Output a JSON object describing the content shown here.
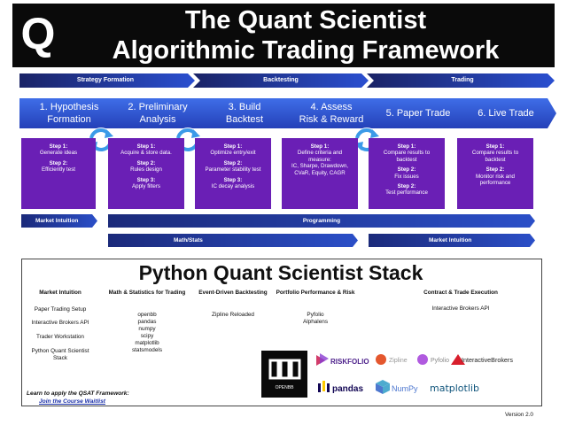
{
  "header": {
    "logo_letter": "Q",
    "title_line1": "The Quant Scientist",
    "title_line2": "Algorithmic Trading Framework"
  },
  "phases": [
    "Strategy Formation",
    "Backtesting",
    "Trading"
  ],
  "stages": [
    {
      "label_line1": "1. Hypothesis",
      "label_line2": "Formation"
    },
    {
      "label_line1": "2. Preliminary",
      "label_line2": "Analysis"
    },
    {
      "label_line1": "3. Build",
      "label_line2": "Backtest"
    },
    {
      "label_line1": "4. Assess",
      "label_line2": "Risk & Reward"
    },
    {
      "label_line1": "5. Paper Trade",
      "label_line2": ""
    },
    {
      "label_line1": "6. Live Trade",
      "label_line2": ""
    }
  ],
  "steps": [
    [
      {
        "t": "Step 1:",
        "d": "Generate ideas"
      },
      {
        "t": "Step 2:",
        "d": "Efficiently test"
      }
    ],
    [
      {
        "t": "Step 1:",
        "d": "Acquire & store data."
      },
      {
        "t": "Step 2:",
        "d": "Rules design"
      },
      {
        "t": "Step 3:",
        "d": "Apply filters"
      }
    ],
    [
      {
        "t": "Step 1:",
        "d": "Optimize entry/exit"
      },
      {
        "t": "Step 2:",
        "d": "Parameter stability test"
      },
      {
        "t": "Step 3:",
        "d": "IC decay analysis"
      }
    ],
    [
      {
        "t": "Step 1:",
        "d": "Define criteria and measure:"
      },
      {
        "t": "",
        "d": "IC, Sharpe, Drawdown, CVaR, Equity, CAGR"
      }
    ],
    [
      {
        "t": "Step 1:",
        "d": "Compare results to backtest"
      },
      {
        "t": "Step 2:",
        "d": "Fix issues"
      },
      {
        "t": "Step 2:",
        "d": "Test performance"
      }
    ],
    [
      {
        "t": "Step 1:",
        "d": "Compare results to backtest"
      },
      {
        "t": "Step 2:",
        "d": "Monitor risk and performance"
      }
    ]
  ],
  "skill_bars": {
    "market_intuition_1": "Market Intuition",
    "programming": "Programming",
    "math_stats": "Math/Stats",
    "market_intuition_2": "Market Intuition"
  },
  "stack": {
    "title": "Python Quant Scientist Stack",
    "columns": [
      {
        "head": "Market Intuition",
        "items": [
          "Paper Trading Setup",
          "Interactive Brokers API",
          "Trader Workstation",
          "Python Quant Scientist Stack"
        ]
      },
      {
        "head": "Math & Statistics for Trading",
        "items": [
          "openbb",
          "pandas",
          "numpy",
          "scipy",
          "matplotlib",
          "statsmodels"
        ]
      },
      {
        "head": "Event-Driven Backtesting",
        "items": [
          "Zipline Reloaded"
        ]
      },
      {
        "head": "Portfolio Performance & Risk",
        "items": [
          "Pyfolio",
          "Alphalens"
        ]
      },
      {
        "head": "Contract & Trade Execution",
        "items": [
          "Interactive Brokers API"
        ]
      }
    ],
    "logos": {
      "openbb": "OPENBB",
      "riskfolio": "RISKFOLIO",
      "zipline": "Zipline",
      "pyfolio": "Pyfolio",
      "ib": "InteractiveBrokers",
      "pandas": "pandas",
      "numpy": "NumPy",
      "matplotlib": "matplotlib"
    }
  },
  "footer": {
    "cta": "Learn to apply the QSAT Framework:",
    "link": "Join the Course Waitlist",
    "version": "Version 2.0"
  },
  "colors": {
    "navy": "#1c2a78",
    "blue": "#2f5bd8",
    "purple": "#6a1fb5",
    "header_bg": "#0a0a0a"
  }
}
